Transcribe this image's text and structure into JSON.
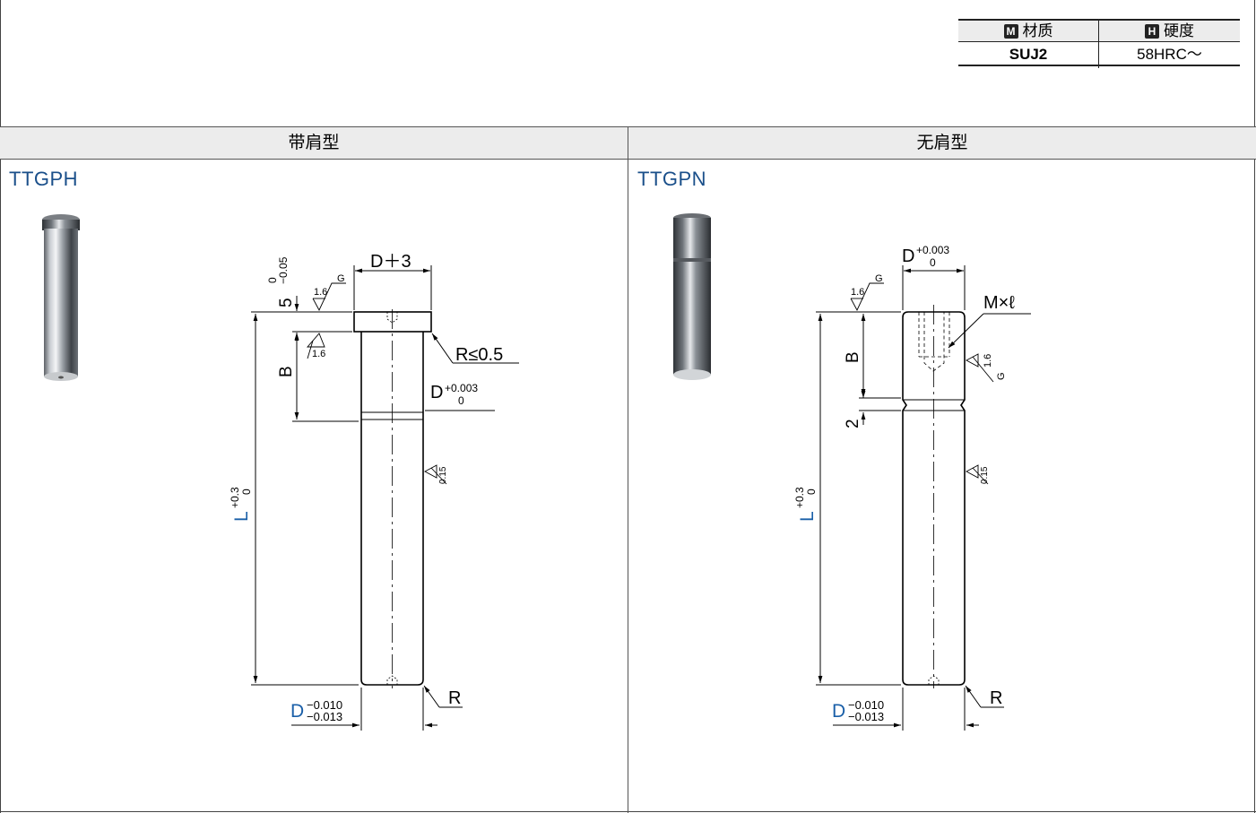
{
  "spec_table": {
    "material_badge": "M",
    "material_header": "材质",
    "hardness_badge": "H",
    "hardness_header": "硬度",
    "material_value": "SUJ2",
    "hardness_value": "58HRC～"
  },
  "sections": [
    {
      "title": "带肩型",
      "series": "TTGPH",
      "labels": {
        "d_plus3": "D＋3",
        "head_thk": "5",
        "head_tol_upper": "0",
        "head_tol_lower": "−0.05",
        "rough_top": "1.6",
        "rough_g": "G",
        "rough_head": "1.6",
        "b": "B",
        "r_max": "R≤0.5",
        "d_fit": "D",
        "d_fit_upper": "+0.003",
        "d_fit_lower": "0",
        "rough_shaft": "0.15",
        "l": "L",
        "l_upper": "+0.3",
        "l_lower": "0",
        "d": "D",
        "d_upper": "−0.010",
        "d_lower": "−0.013",
        "r": "R"
      }
    },
    {
      "title": "无肩型",
      "series": "TTGPN",
      "labels": {
        "d_top": "D",
        "d_top_upper": "+0.003",
        "d_top_lower": "0",
        "rough_top": "1.6",
        "rough_g": "G",
        "thread": "M×ℓ",
        "b": "B",
        "rough_side": "1.6",
        "rough_side_g": "G",
        "groove": "2",
        "rough_shaft": "0.15",
        "l": "L",
        "l_upper": "+0.3",
        "l_lower": "0",
        "d": "D",
        "d_upper": "−0.010",
        "d_lower": "−0.013",
        "r": "R"
      }
    }
  ]
}
